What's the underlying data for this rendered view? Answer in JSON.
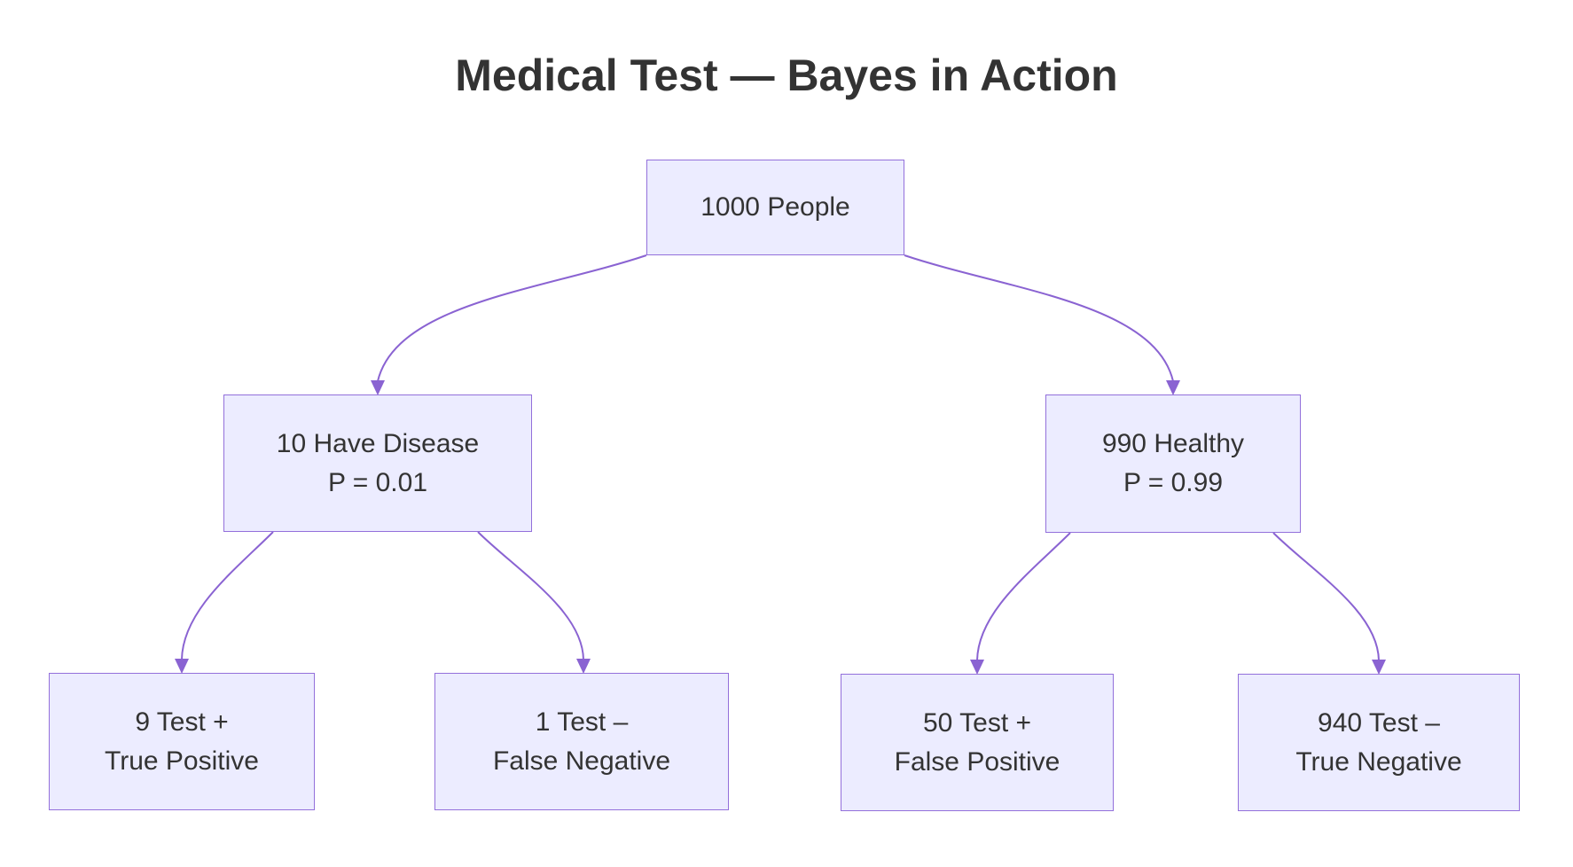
{
  "title": "Medical Test — Bayes in Action",
  "diagram": {
    "type": "flowchart-tree",
    "nodes": {
      "root": {
        "lines": [
          "1000 People"
        ]
      },
      "disease": {
        "lines": [
          "10 Have Disease",
          "P = 0.01"
        ]
      },
      "healthy": {
        "lines": [
          "990 Healthy",
          "P = 0.99"
        ]
      },
      "true_positive": {
        "lines": [
          "9 Test +",
          "True Positive"
        ]
      },
      "false_negative": {
        "lines": [
          "1 Test –",
          "False Negative"
        ]
      },
      "false_positive": {
        "lines": [
          "50 Test +",
          "False Positive"
        ]
      },
      "true_negative": {
        "lines": [
          "940 Test –",
          "True Negative"
        ]
      }
    },
    "edges": [
      {
        "from": "root",
        "to": "disease"
      },
      {
        "from": "root",
        "to": "healthy"
      },
      {
        "from": "disease",
        "to": "true_positive"
      },
      {
        "from": "disease",
        "to": "false_negative"
      },
      {
        "from": "healthy",
        "to": "false_positive"
      },
      {
        "from": "healthy",
        "to": "true_negative"
      }
    ],
    "colors": {
      "node_fill": "#ECECFF",
      "node_border": "#9370DB",
      "edge": "#8A63D2",
      "text": "#333333",
      "background": "#FFFFFF"
    }
  }
}
